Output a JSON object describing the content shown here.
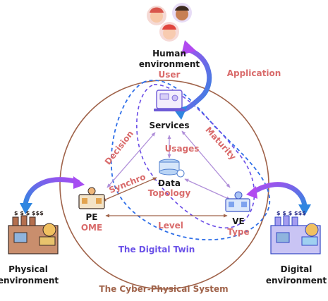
{
  "human": {
    "line1": "Human",
    "line2": "environment",
    "role": "User"
  },
  "application": "Application",
  "physical": {
    "line1": "Physical",
    "line2": "environment"
  },
  "digital": {
    "line1": "Digital",
    "line2": "environment"
  },
  "services": "Services",
  "usages": "Usages",
  "maturity": "Maturity",
  "decision": "Decision",
  "synchro": "Synchro",
  "data": "Data",
  "topology": "Topology",
  "pe": {
    "label": "PE",
    "sub": "OME"
  },
  "ve": {
    "label": "VE",
    "sub": "Type"
  },
  "level": "Level",
  "digital_twin": "The Digital Twin",
  "cps": "The Cyber-Physical System",
  "factory_signs": "$ $ $  $$$",
  "colors": {
    "brown_circle": "#a0634a",
    "red_label": "#d96b6b",
    "purple_arrow": "#9b57f5",
    "blue_arrow": "#2f86e0",
    "dt_dashed": "#2f6fe8",
    "inner_dashed": "#6a4ce6",
    "title_purple": "#6b52e8"
  }
}
